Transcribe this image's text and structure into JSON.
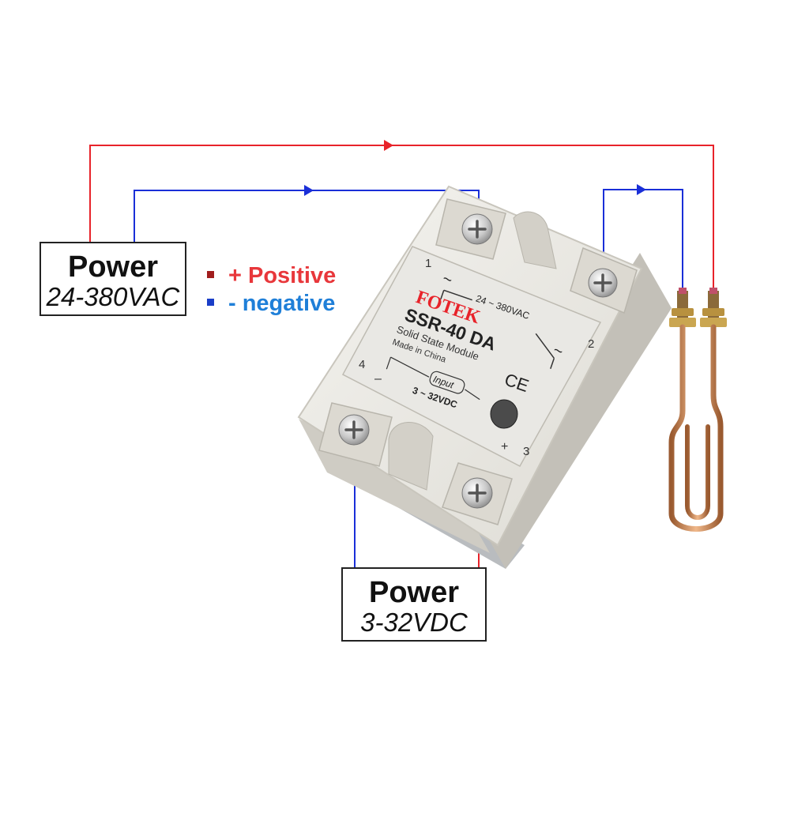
{
  "power_ac": {
    "title": "Power",
    "voltage": "24-380VAC"
  },
  "power_dc": {
    "title": "Power",
    "voltage": "3-32VDC"
  },
  "legend": {
    "positive": "+ Positive",
    "negative": "- negative"
  },
  "relay": {
    "brand": "FOTEK",
    "model": "SSR-40 DA",
    "subtitle": "Solid State Module",
    "origin": "Made in China",
    "load_rating": "24 ~ 380VAC",
    "input_label": "Input",
    "input_rating": "3 ~ 32VDC",
    "ce_mark": "CE",
    "terminal_1": "1",
    "terminal_2": "2",
    "terminal_3": "3",
    "terminal_4": "4",
    "ac_symbol": "~",
    "minus_sign": "–",
    "plus_sign": "+"
  },
  "colors": {
    "positive_wire": "#e8232a",
    "negative_wire": "#1a2fd8",
    "copper": "#c9834f"
  },
  "icons": {
    "screw": "phillips-screw-icon",
    "heater": "heating-element-icon"
  }
}
